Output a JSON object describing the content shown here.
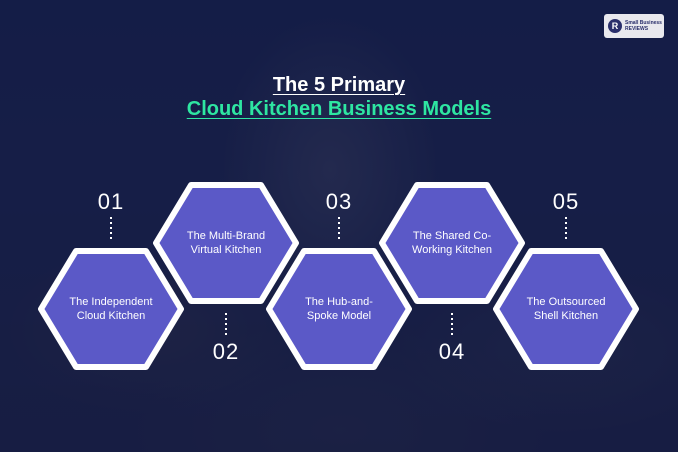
{
  "brand": {
    "mark": "R",
    "name_line1": "Small Business",
    "name_line2": "REVIEWS"
  },
  "title": {
    "line1": "The 5 Primary",
    "line2": "Cloud Kitchen Business Models"
  },
  "colors": {
    "hex_fill": "#5b59c7",
    "hex_border": "#ffffff",
    "accent": "#2ee6a2",
    "connector": "#ffffff"
  },
  "steps": [
    {
      "number": "01",
      "label_line1": "The Independent",
      "label_line2": "Cloud Kitchen"
    },
    {
      "number": "02",
      "label_line1": "The Multi-Brand",
      "label_line2": "Virtual Kitchen"
    },
    {
      "number": "03",
      "label_line1": "The Hub-and-",
      "label_line2": "Spoke Model"
    },
    {
      "number": "04",
      "label_line1": "The Shared Co-",
      "label_line2": "Working Kitchen"
    },
    {
      "number": "05",
      "label_line1": "The Outsourced",
      "label_line2": "Shell Kitchen"
    }
  ]
}
